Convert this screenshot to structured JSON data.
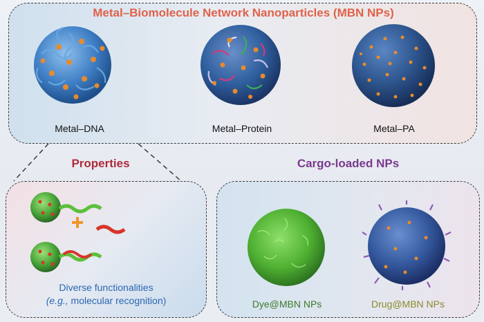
{
  "header": {
    "title": "Metal–Biomolecule Network Nanoparticles (MBN NPs)"
  },
  "particles": [
    {
      "label": "Metal–DNA"
    },
    {
      "label": "Metal–Protein"
    },
    {
      "label": "Metal–PA"
    }
  ],
  "properties": {
    "title": "Properties",
    "caption_line1": "Diverse functionalities",
    "caption_line2_italic": "(e.g.,",
    "caption_line2_rest": " molecular recognition)"
  },
  "cargo": {
    "title": "Cargo-loaded NPs",
    "items": [
      {
        "label": "Dye@MBN NPs"
      },
      {
        "label": "Drug@MBN NPs"
      }
    ]
  },
  "colors": {
    "title_orange": "#e0624a",
    "title_red": "#b0293c",
    "title_purple": "#7a3a8e",
    "dna_blue": "#3f7fc6",
    "metal_orange": "#e88a2c",
    "dye_green": "#5cc03a",
    "caption_blue": "#2a66b0",
    "dye_label": "#3c7a2a",
    "drug_label": "#8a8a2a"
  }
}
